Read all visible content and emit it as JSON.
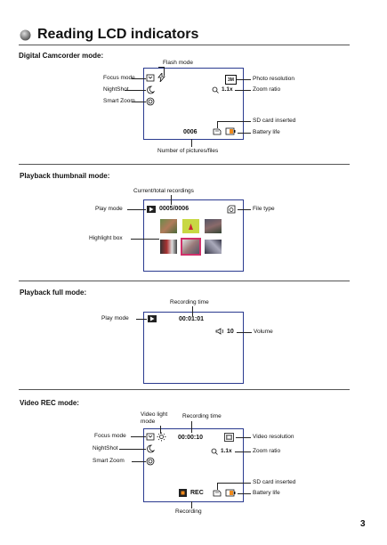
{
  "title": "Reading LCD indicators",
  "page_number": "3",
  "sections": {
    "camcorder": {
      "heading": "Digital Camcorder mode:",
      "flash_mode": "Flash mode",
      "focus_mode": "Focus mode",
      "nightshot": "NightShot",
      "smart_zoom": "Smart Zoom",
      "photo_resolution": "Photo resolution",
      "zoom_ratio": "Zoom ratio",
      "zoom_value": "1.1x",
      "resolution_badge": "3M",
      "sd_card": "SD card inserted",
      "battery": "Battery life",
      "counter": "0006",
      "number_label": "Number of pictures/files"
    },
    "thumbnail": {
      "heading": "Playback thumbnail mode:",
      "current_total": "Current/total recordings",
      "play_mode": "Play mode",
      "file_type": "File type",
      "counter": "0005/0006",
      "highlight_box": "Highlight box"
    },
    "fullmode": {
      "heading": "Playback full mode:",
      "recording_time": "Recording time",
      "play_mode": "Play mode",
      "time": "00:01:01",
      "volume_value": "10",
      "volume": "Volume"
    },
    "videorec": {
      "heading": "Video REC mode:",
      "video_light": "Video light",
      "video_light_2": "mode",
      "recording_time": "Recording time",
      "focus_mode": "Focus mode",
      "nightshot": "NightShot",
      "smart_zoom": "Smart Zoom",
      "time": "00:00:10",
      "video_resolution": "Video resolution",
      "zoom_ratio": "Zoom ratio",
      "zoom_value": "1.1x",
      "sd_card": "SD card inserted",
      "battery": "Battery life",
      "rec": "REC",
      "recording": "Recording"
    }
  }
}
